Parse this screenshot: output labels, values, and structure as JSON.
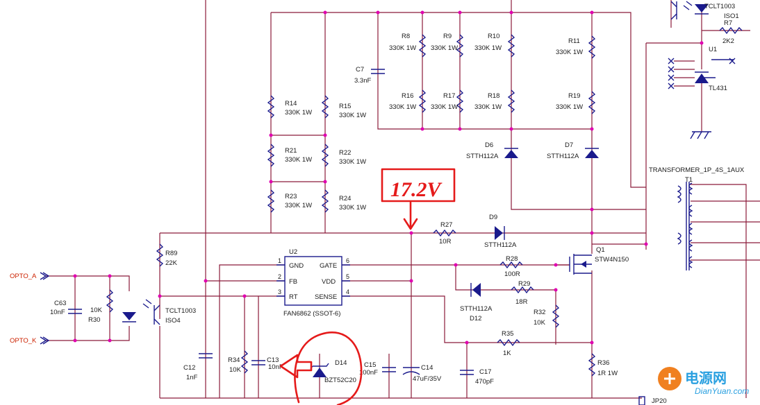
{
  "components": {
    "R8": {
      "ref": "R8",
      "val": "330K 1W"
    },
    "R9": {
      "ref": "R9",
      "val": "330K 1W"
    },
    "R10": {
      "ref": "R10",
      "val": "330K 1W"
    },
    "R11": {
      "ref": "R11",
      "val": "330K 1W"
    },
    "R14": {
      "ref": "R14",
      "val": "330K 1W"
    },
    "R15": {
      "ref": "R15",
      "val": "330K 1W"
    },
    "R16": {
      "ref": "R16",
      "val": "330K 1W"
    },
    "R17": {
      "ref": "R17",
      "val": "330K 1W"
    },
    "R18": {
      "ref": "R18",
      "val": "330K 1W"
    },
    "R19": {
      "ref": "R19",
      "val": "330K 1W"
    },
    "R21": {
      "ref": "R21",
      "val": "330K 1W"
    },
    "R22": {
      "ref": "R22",
      "val": "330K 1W"
    },
    "R23": {
      "ref": "R23",
      "val": "330K 1W"
    },
    "R24": {
      "ref": "R24",
      "val": "330K 1W"
    },
    "C7": {
      "ref": "C7",
      "val": "3.3nF"
    },
    "D6": {
      "ref": "D6",
      "val": "STTH112A"
    },
    "D7": {
      "ref": "D7",
      "val": "STTH112A"
    },
    "D9": {
      "ref": "D9",
      "val": "STTH112A"
    },
    "D12": {
      "ref": "D12",
      "val": "STTH112A"
    },
    "D14": {
      "ref": "D14",
      "val": "BZT52C20"
    },
    "R27": {
      "ref": "R27",
      "val": "10R"
    },
    "R28": {
      "ref": "R28",
      "val": "100R"
    },
    "R29": {
      "ref": "R29",
      "val": "18R"
    },
    "R30": {
      "ref": "R30",
      "val": "10K"
    },
    "R32": {
      "ref": "R32",
      "val": "10K"
    },
    "R34": {
      "ref": "R34",
      "val": "10K"
    },
    "R35": {
      "ref": "R35",
      "val": "1K"
    },
    "R36": {
      "ref": "R36",
      "val": "1R 1W"
    },
    "R89": {
      "ref": "R89",
      "val": "22K"
    },
    "R7": {
      "ref": "R7",
      "val": "2K2"
    },
    "C12": {
      "ref": "C12",
      "val": "1nF"
    },
    "C13": {
      "ref": "C13",
      "val": "10nF"
    },
    "C14": {
      "ref": "C14",
      "val": "47uF/35V"
    },
    "C15": {
      "ref": "C15",
      "val": "100nF"
    },
    "C17": {
      "ref": "C17",
      "val": "470pF"
    },
    "C63": {
      "ref": "C63",
      "val": "10nF"
    },
    "Q1": {
      "ref": "Q1",
      "val": "STW4N150"
    },
    "U1": {
      "ref": "U1",
      "val": "TL431"
    },
    "U2": {
      "ref": "U2",
      "val": "FAN6862 (SSOT-6)"
    },
    "ISO1": {
      "part": "TCLT1003",
      "ref": "ISO1"
    },
    "ISO4": {
      "part": "TCLT1003",
      "ref": "ISO4"
    },
    "T1": {
      "ref": "T1",
      "val": "TRANSFORMER_1P_4S_1AUX"
    },
    "JP20": {
      "ref": "JP20"
    }
  },
  "u2_pins": {
    "gnd": "GND",
    "fb": "FB",
    "rt": "RT",
    "gate": "GATE",
    "vdd": "VDD",
    "sense": "SENSE",
    "n1": "1",
    "n2": "2",
    "n3": "3",
    "n4": "4",
    "n5": "5",
    "n6": "6"
  },
  "nets": {
    "opto_a": "OPTO_A",
    "opto_k": "OPTO_K"
  },
  "annotation": {
    "voltage": "17.2V"
  },
  "watermark": {
    "cn": "电源网",
    "url": "DianYuan.com"
  }
}
